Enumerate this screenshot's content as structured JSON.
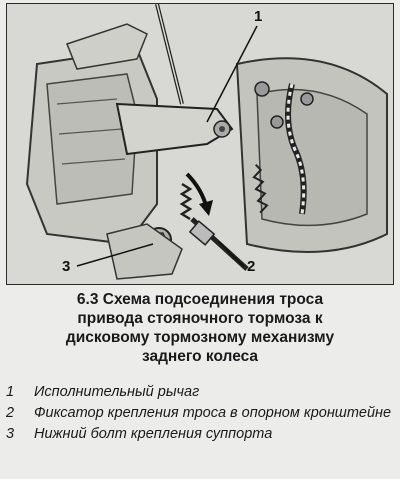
{
  "figure": {
    "callouts": [
      {
        "id": "1",
        "text": "1"
      },
      {
        "id": "2",
        "text": "2"
      },
      {
        "id": "3",
        "text": "3"
      }
    ]
  },
  "caption": {
    "line1": "6.3 Схема подсоединения троса",
    "line2": "привода стояночного тормоза к",
    "line3": "дисковому тормозному механизму",
    "line4": "заднего колеса"
  },
  "legend": [
    {
      "num": "1",
      "text": "Исполнительный рычаг"
    },
    {
      "num": "2",
      "text": "Фиксатор крепления троса в опорном кронштейне"
    },
    {
      "num": "3",
      "text": "Нижний болт крепления суппорта"
    }
  ]
}
